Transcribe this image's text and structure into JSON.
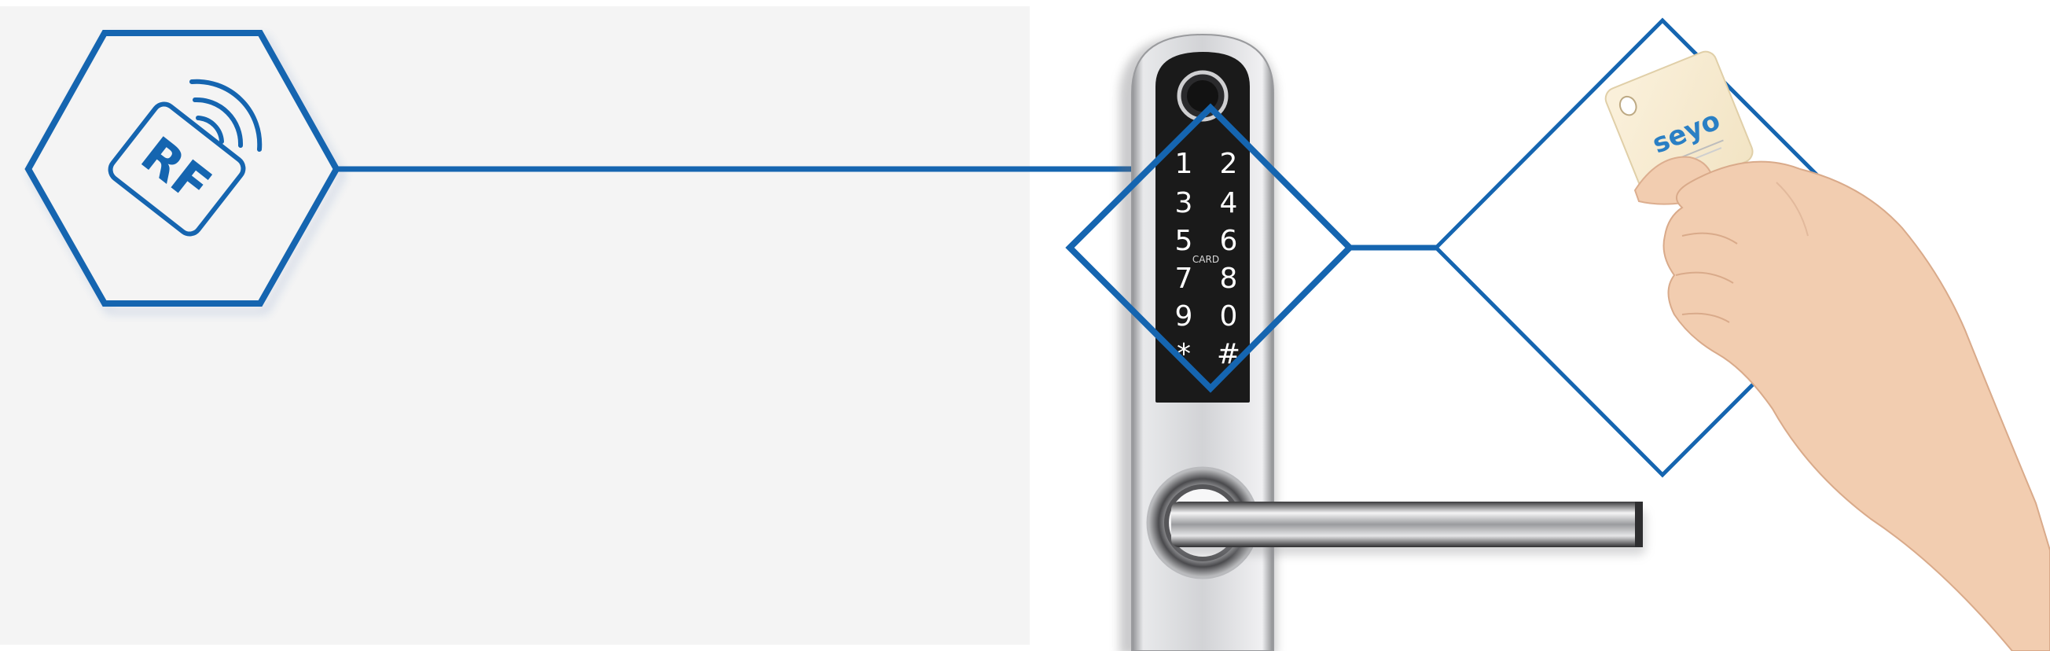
{
  "colors": {
    "accent": "#1565b0",
    "left_panel_bg": "#f4f4f4",
    "keypad_bg": "#1a1a1a",
    "lock_body": "#cfd0d2",
    "card_brand": "#2a7fc4",
    "skin": "#f2cdb0"
  },
  "feature": {
    "icon_text": "RF",
    "icon_name": "rf-card-icon"
  },
  "keypad": {
    "keys": [
      "1",
      "2",
      "3",
      "4",
      "5",
      "6",
      "7",
      "8",
      "9",
      "0",
      "*",
      "#"
    ],
    "center_label": "CARD"
  },
  "card": {
    "brand": "seyo"
  }
}
